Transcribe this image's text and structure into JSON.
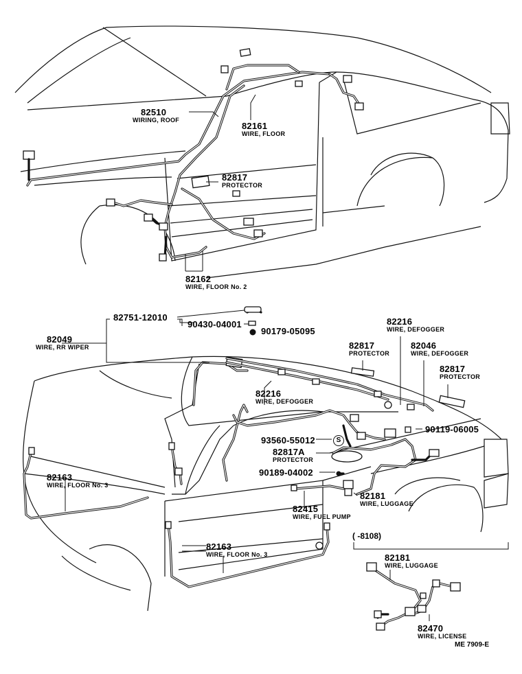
{
  "parts": [
    {
      "number": "82510",
      "desc": "WIRING, ROOF"
    },
    {
      "number": "82161",
      "desc": "WIRE, FLOOR"
    },
    {
      "number": "82817",
      "desc": "PROTECTOR"
    },
    {
      "number": "82162",
      "desc": "WIRE, FLOOR No. 2"
    },
    {
      "number": "82751-12010",
      "desc": ""
    },
    {
      "number": "90430-04001",
      "desc": ""
    },
    {
      "number": "90179-05095",
      "desc": ""
    },
    {
      "number": "82049",
      "desc": "WIRE, RR WIPER"
    },
    {
      "number": "82216",
      "desc": "WIRE, DEFOGGER"
    },
    {
      "number": "82817",
      "desc": "PROTECTOR"
    },
    {
      "number": "82046",
      "desc": "WIRE, DEFOGGER"
    },
    {
      "number": "82817",
      "desc": "PROTECTOR"
    },
    {
      "number": "82216",
      "desc": "WIRE, DEFOGGER"
    },
    {
      "number": "93560-55012",
      "desc": ""
    },
    {
      "number": "90119-06005",
      "desc": ""
    },
    {
      "number": "82817A",
      "desc": "PROTECTOR"
    },
    {
      "number": "90189-04002",
      "desc": ""
    },
    {
      "number": "82163",
      "desc": "WIRE, FLOOR No. 3"
    },
    {
      "number": "82181",
      "desc": "WIRE, LUGGAGE"
    },
    {
      "number": "82415",
      "desc": "WIRE, FUEL PUMP"
    },
    {
      "number": "82163",
      "desc": "WIRE, FLOOR No. 3"
    },
    {
      "number": "82181",
      "desc": "WIRE, LUGGAGE"
    },
    {
      "number": "82470",
      "desc": "WIRE, LICENSE"
    }
  ],
  "range_note": "(      -8108)",
  "s_mark": "S",
  "figure_ref": "ME 7909-E"
}
